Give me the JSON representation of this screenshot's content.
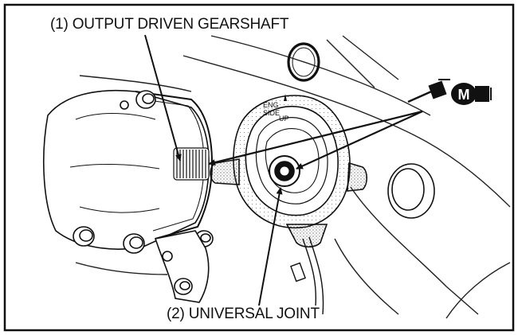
{
  "callouts": {
    "output_driven_gearshaft": "(1) OUTPUT DRIVEN GEARSHAFT",
    "universal_joint": "(2) UNIVERSAL JOINT"
  },
  "grease_symbol": {
    "letter": "M"
  },
  "casting_marks": {
    "line1": "ENG",
    "line2": "SIDE",
    "line3": "UP"
  },
  "colors": {
    "ink": "#111111",
    "paper": "#ffffff"
  }
}
